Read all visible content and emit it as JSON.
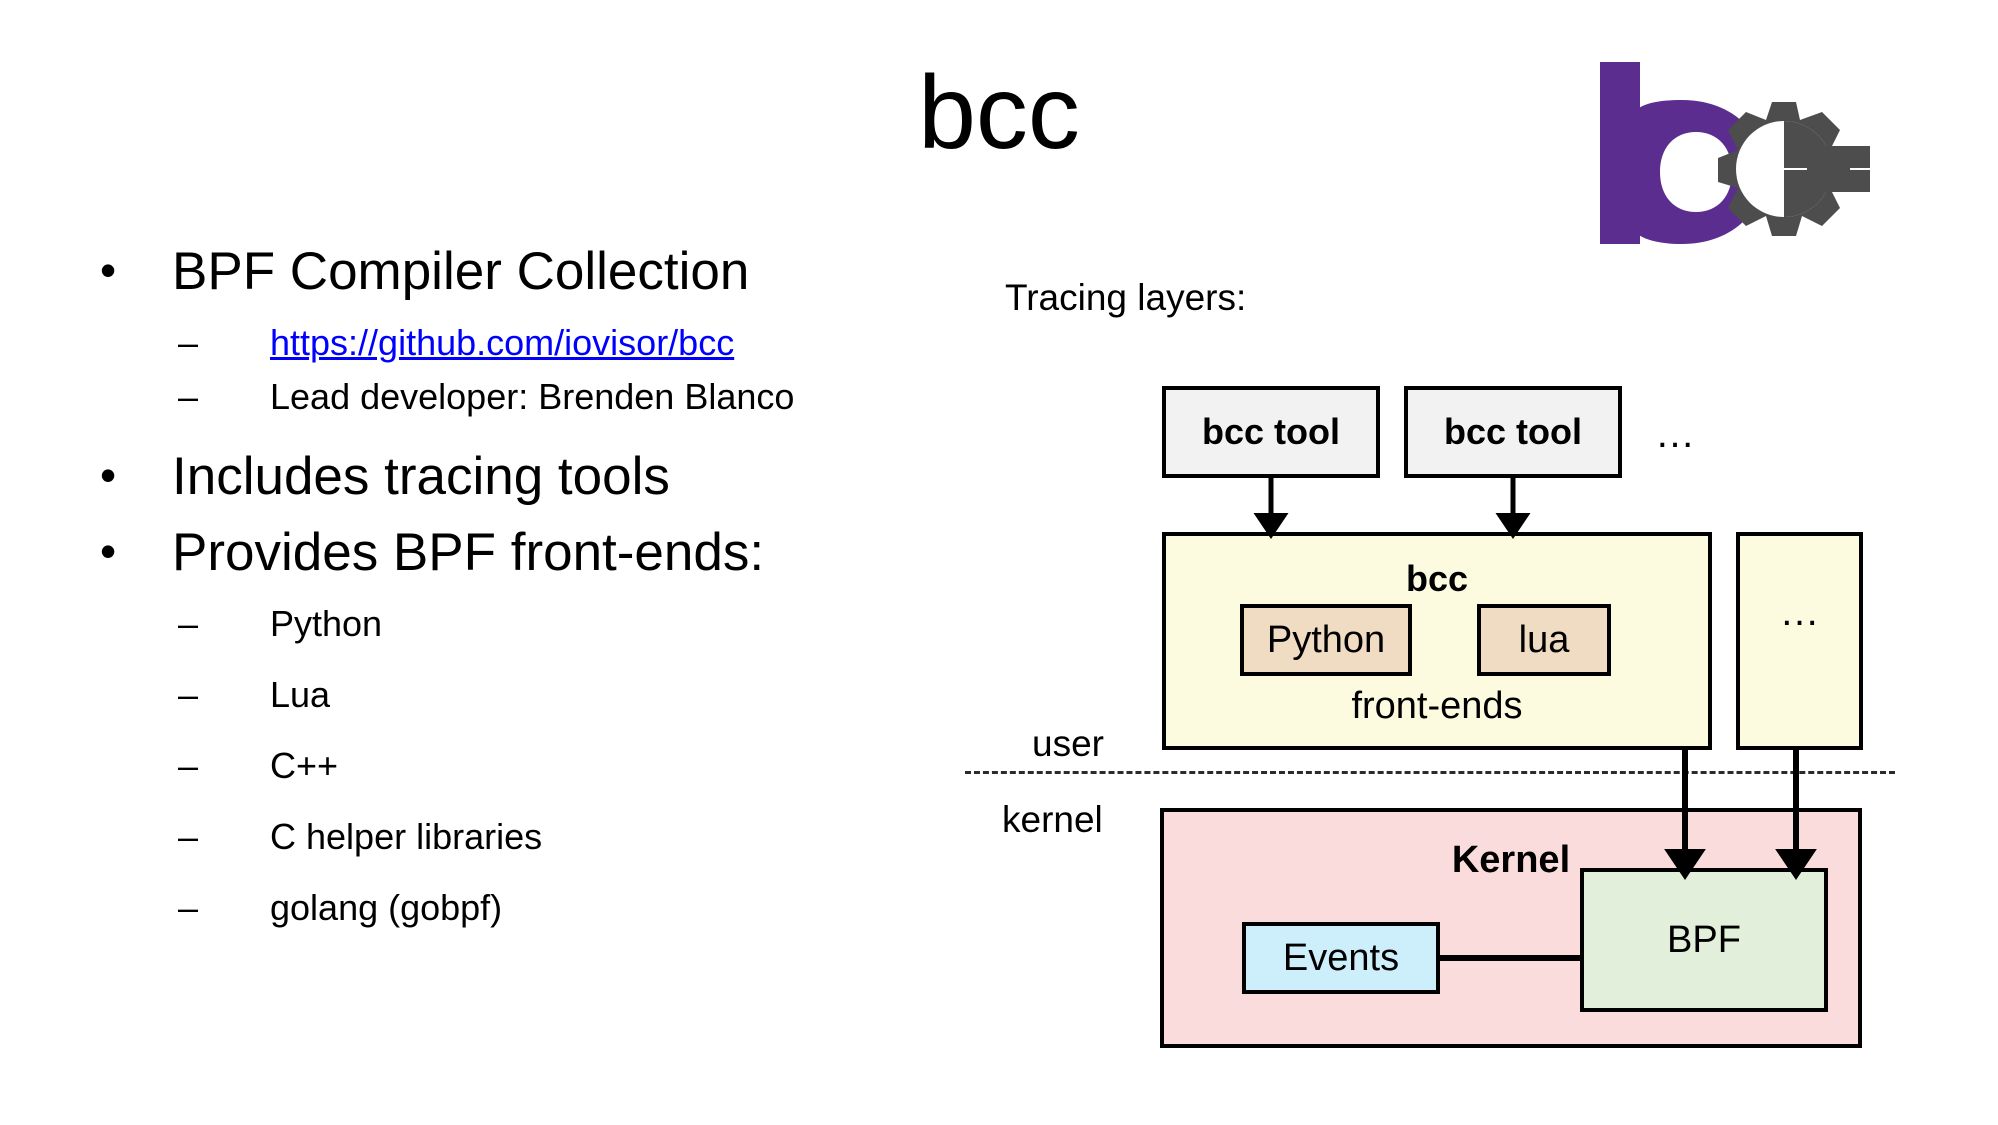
{
  "slide": {
    "title": "bcc"
  },
  "bullets": [
    {
      "level": 1,
      "marker": "•",
      "text": "BPF Compiler Collection"
    },
    {
      "level": 2,
      "marker": "–",
      "text": "https://github.com/iovisor/bcc",
      "link": true
    },
    {
      "level": 2,
      "marker": "–",
      "text": "Lead developer: Brenden Blanco"
    },
    {
      "level": 1,
      "marker": "•",
      "text": "Includes tracing tools"
    },
    {
      "level": 1,
      "marker": "•",
      "text": "Provides BPF front-ends:"
    },
    {
      "level": 2,
      "marker": "–",
      "text": "Python"
    },
    {
      "level": 2,
      "marker": "–",
      "text": "Lua"
    },
    {
      "level": 2,
      "marker": "–",
      "text": "C++"
    },
    {
      "level": 2,
      "marker": "–",
      "text": "C helper libraries"
    },
    {
      "level": 2,
      "marker": "–",
      "text": "golang (gobpf)"
    }
  ],
  "logo": {
    "name": "bcc-logo",
    "letter": "b",
    "gear_letter": "c",
    "purple": "#5b2d8e",
    "gray": "#4d4d4d"
  },
  "diagram": {
    "caption": "Tracing layers:",
    "tool1": "bcc tool",
    "tool2": "bcc tool",
    "tools_ellipsis": "…",
    "bcc_title": "bcc",
    "bcc_caption": "front-ends",
    "frontend_python": "Python",
    "frontend_lua": "lua",
    "more_ellipsis": "…",
    "label_user": "user",
    "label_kernel": "kernel",
    "kernel_title": "Kernel",
    "events": "Events",
    "bpf": "BPF",
    "colors": {
      "tool_fill": "#f2f2f2",
      "bcc_fill": "#fcfbe0",
      "frontend_fill": "#f0dcc2",
      "kernel_fill": "#fbdcdc",
      "events_fill": "#cdeefb",
      "bpf_fill": "#e2efda",
      "stroke": "#000000",
      "link": "#0000ff"
    }
  }
}
